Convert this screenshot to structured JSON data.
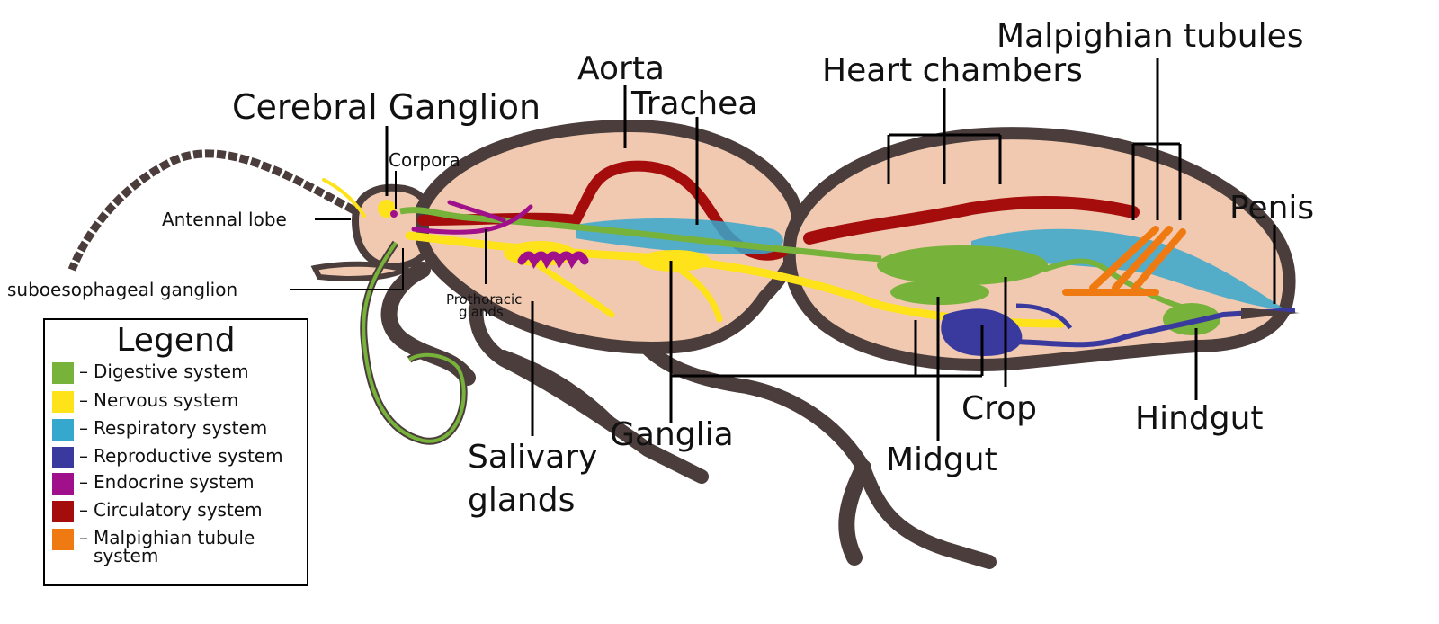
{
  "labels": {
    "cerebral_ganglion": "Cerebral Ganglion",
    "corpora": "Corpora",
    "antennal_lobe": "Antennal lobe",
    "suboesophageal_ganglion": "suboesophageal ganglion",
    "prothoracic_glands_1": "Prothoracic",
    "prothoracic_glands_2": "glands",
    "aorta": "Aorta",
    "trachea": "Trachea",
    "heart_chambers": "Heart chambers",
    "malpighian_tubules": "Malpighian tubules",
    "penis": "Penis",
    "salivary_glands_1": "Salivary",
    "salivary_glands_2": "glands",
    "ganglia": "Ganglia",
    "midgut": "Midgut",
    "crop": "Crop",
    "hindgut": "Hindgut"
  },
  "legend": {
    "title": "Legend",
    "items": [
      {
        "label": "Digestive system",
        "color": "#77b23a"
      },
      {
        "label": "Nervous system",
        "color": "#ffe31a"
      },
      {
        "label": "Respiratory system",
        "color": "#37a8cd"
      },
      {
        "label": "Reproductive system",
        "color": "#3a3a9e"
      },
      {
        "label": "Endocrine system",
        "color": "#a0108a"
      },
      {
        "label": "Circulatory system",
        "color": "#a50d0d"
      },
      {
        "label": "Malpighian tubule\nsystem",
        "color": "#f07a12"
      }
    ]
  },
  "colors": {
    "body_outline": "#4a3d3b",
    "body_fill": "#f0c9b0"
  }
}
